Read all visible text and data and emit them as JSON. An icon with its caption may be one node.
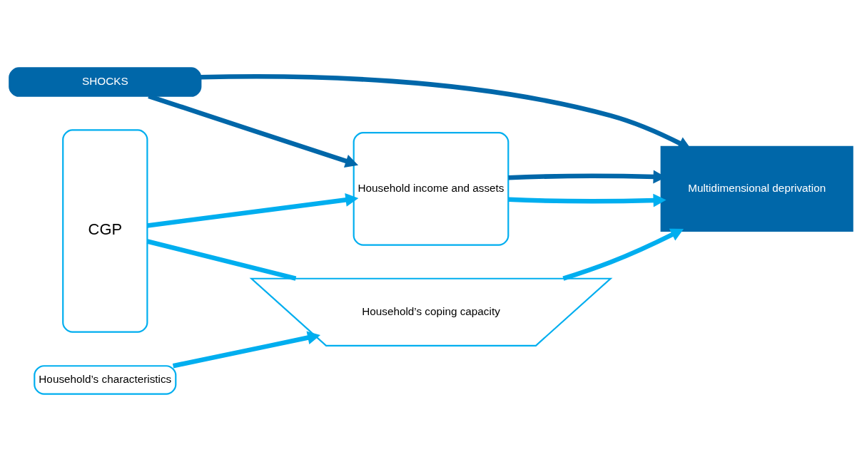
{
  "diagram": {
    "nodes": [
      {
        "text": [
          "SHOCKS"
        ]
      },
      {
        "text": [
          "CGP"
        ]
      },
      {
        "text": [
          "Household’s coping capacity"
        ]
      },
      {
        "text": [
          "Household’s characteristics"
        ]
      },
      {
        "text": [
          "Household income and assets"
        ]
      },
      {
        "text": [
          "Multidimensional deprivation"
        ]
      }
    ],
    "edges": [
      {
        "from": 0,
        "to": 4,
        "arrow": "to",
        "color": "#0067a9"
      },
      {
        "from": 0,
        "to": 5,
        "arrow": "to",
        "color": "#0067a9"
      },
      {
        "from": 1,
        "to": 2,
        "arrow": "none"
      },
      {
        "from": 3,
        "to": 2,
        "arrow": "to"
      },
      {
        "from": 2,
        "to": 5,
        "arrow": "to"
      },
      {
        "from": 1,
        "to": 4,
        "arrow": "to"
      },
      {
        "from": 4,
        "to": 5,
        "arrow": "to"
      },
      {
        "from": 4,
        "to": 5,
        "arrow": "to",
        "color": "#0067a9"
      }
    ]
  }
}
